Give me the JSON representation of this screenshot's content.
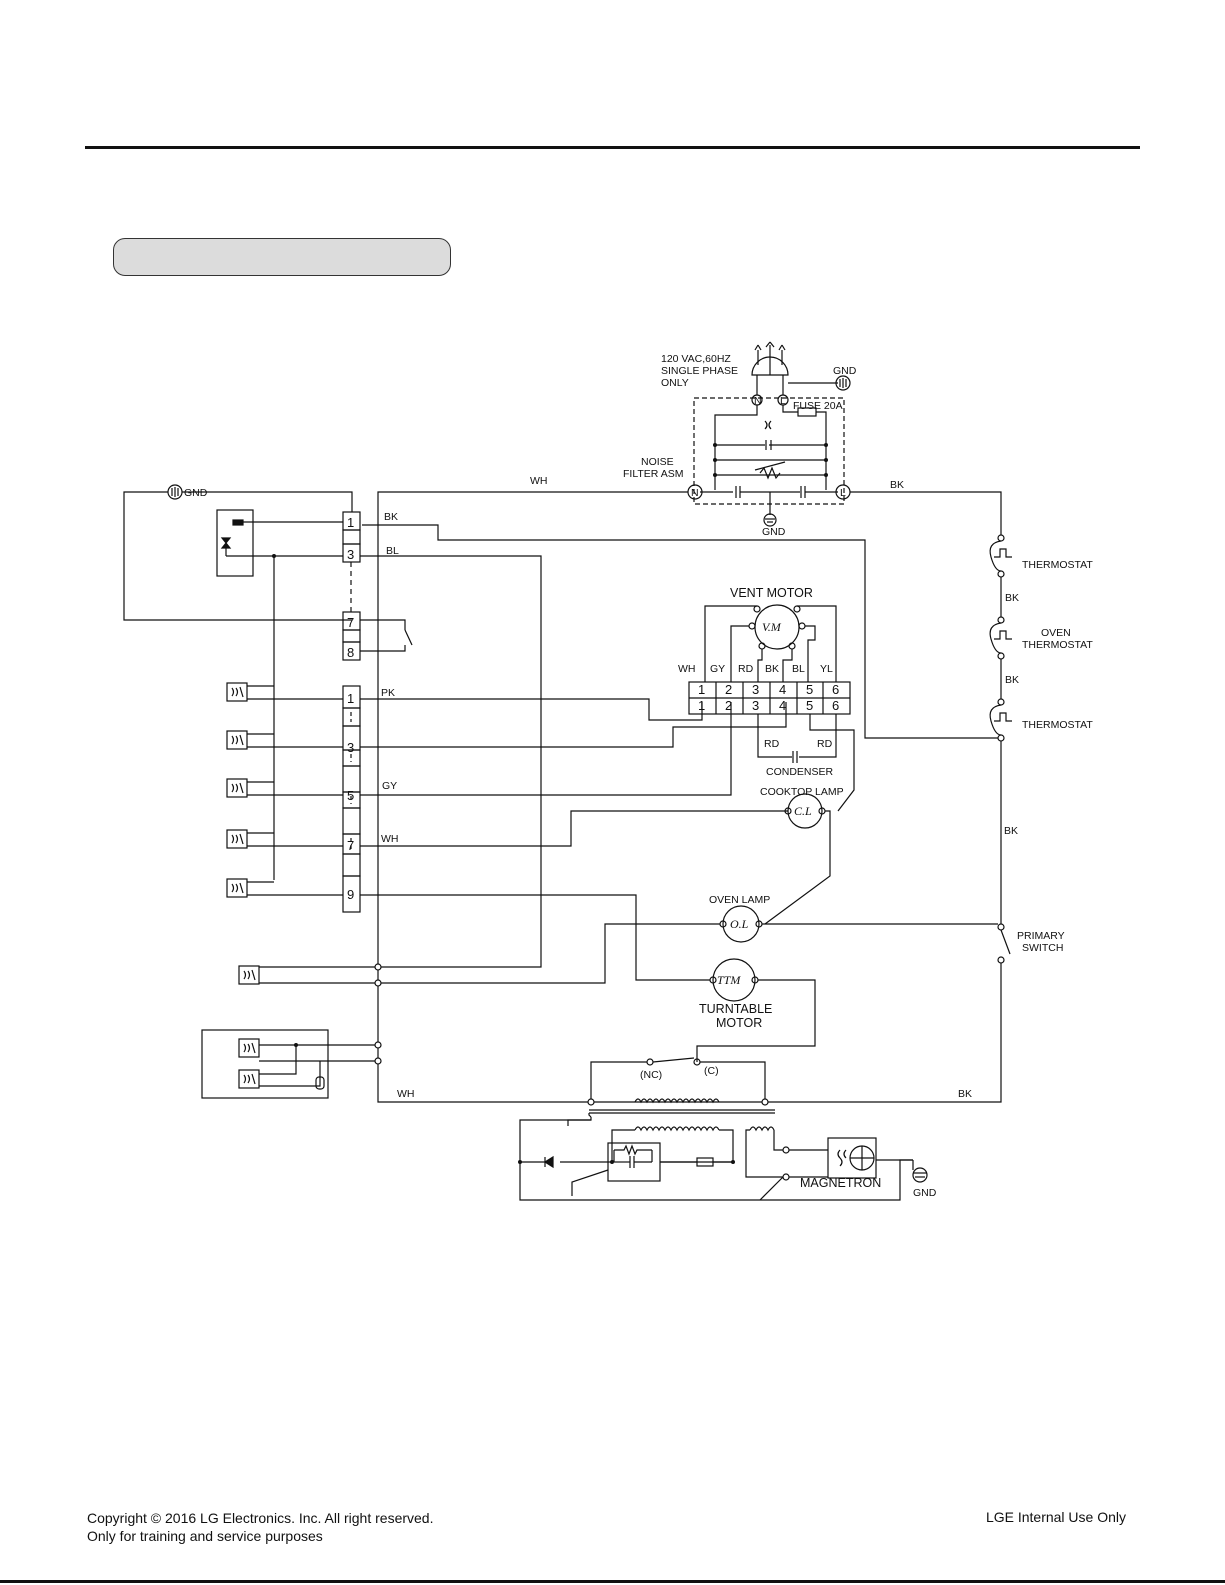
{
  "header": {
    "section_title": ""
  },
  "power": {
    "supply_line1": "120 VAC,60HZ",
    "supply_line2": "SINGLE PHASE",
    "supply_line3": "ONLY",
    "gnd": "GND",
    "fuse": "FUSE 20A",
    "noise_filter_line1": "NOISE",
    "noise_filter_line2": "FILTER ASM",
    "terminal_n": "N",
    "terminal_l": "L"
  },
  "wire_colors": {
    "wh": "WH",
    "bk": "BK",
    "bl": "BL",
    "pk": "PK",
    "gy": "GY",
    "rd": "RD",
    "yl": "YL"
  },
  "vent_motor": {
    "label": "VENT MOTOR",
    "symbol": "V.M",
    "pin_colors": [
      "WH",
      "GY",
      "RD",
      "BK",
      "BL",
      "YL"
    ],
    "pins": [
      "1",
      "2",
      "3",
      "4",
      "5",
      "6"
    ]
  },
  "condenser": "CONDENSER",
  "cooktop_lamp": {
    "label": "COOKTOP LAMP",
    "symbol": "C.L"
  },
  "oven_lamp": {
    "label": "OVEN LAMP",
    "symbol": "O.L"
  },
  "turntable": {
    "symbol": "TTM",
    "label_line1": "TURNTABLE",
    "label_line2": "MOTOR"
  },
  "switches": {
    "thermostat": "THERMOSTAT",
    "oven_thermostat_line1": "OVEN",
    "oven_thermostat_line2": "THERMOSTAT",
    "primary_line1": "PRIMARY",
    "primary_line2": "SWITCH",
    "nc": "(NC)",
    "c": "(C)"
  },
  "magnetron": "MAGNETRON",
  "connector_upper": [
    "1",
    "3",
    "7",
    "8"
  ],
  "connector_lower": [
    "1",
    "3",
    "5",
    "7",
    "9"
  ],
  "footer": {
    "copyright": "Copyright © 2016 LG Electronics. Inc. All right reserved.",
    "purpose": "Only for training and service purposes",
    "internal": "LGE Internal Use Only"
  }
}
